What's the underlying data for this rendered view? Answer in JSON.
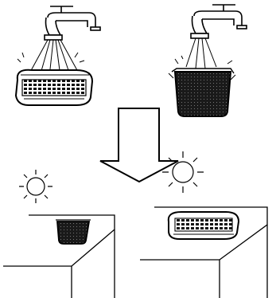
{
  "diagram": {
    "description_text": "",
    "steps": [
      {
        "id": "wash-cartridge",
        "icon": "faucet-icon"
      },
      {
        "id": "wash-basket",
        "icon": "faucet-icon"
      },
      {
        "id": "dry-basket",
        "icon": "sun-icon"
      },
      {
        "id": "dry-cartridge",
        "icon": "sun-icon"
      }
    ],
    "arrow_icon": "down-arrow-icon",
    "ink_color": "#000000",
    "background_color": "#ffffff"
  }
}
